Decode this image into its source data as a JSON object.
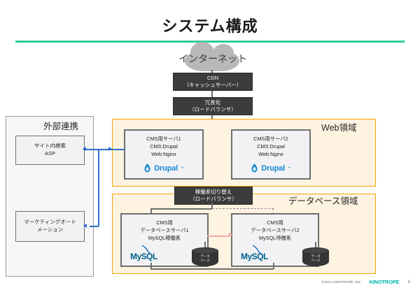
{
  "slide": {
    "title": "システム構成",
    "accent_color": "#2ecc9b",
    "region_border_color": "#f0a500",
    "region_fill_color": "#fdf3e0"
  },
  "internet": {
    "label": "インターネット",
    "icon": "cloud-icon"
  },
  "network": {
    "cdn": {
      "line1": "CDN",
      "line2": "（キャッシュサーバー）"
    },
    "load_balancer": {
      "line1": "冗長化",
      "line2": "（ロードバランサ）"
    },
    "db_switch": {
      "line1": "稼働系切り替え",
      "line2": "（ロードバランサ）"
    }
  },
  "external": {
    "title": "外部連携",
    "items": [
      {
        "line1": "サイト内検索",
        "line2": "ASP"
      },
      {
        "line1": "マーケティングオート",
        "line2": "メーション"
      }
    ]
  },
  "web_region": {
    "title": "Web領域",
    "servers": [
      {
        "line1": "CMS用サーバ1",
        "line2": "CMS:Drupal",
        "line3": "Web:Nginx",
        "logo": "Drupal",
        "tm": "™"
      },
      {
        "line1": "CMS用サーバ2",
        "line2": "CMS:Drupal",
        "line3": "Web:Nginx",
        "logo": "Drupal",
        "tm": "™"
      }
    ]
  },
  "db_region": {
    "title": "データベース領域",
    "servers": [
      {
        "line1": "CMS用",
        "line2": "データベースサーバ1",
        "line3": "MySQL稼働系",
        "logo_my": "My",
        "logo_sql": "SQL",
        "store": {
          "line1": "データ",
          "line2": "ベース"
        }
      },
      {
        "line1": "CMS用",
        "line2": "データベースサーバ2",
        "line3": "MySQL待機系",
        "logo_my": "My",
        "logo_sql": "SQL",
        "store": {
          "line1": "データ",
          "line2": "ベース"
        }
      }
    ],
    "replication_arrow_color": "#f4a9a0"
  },
  "footer": {
    "copyright": "©2021 KINOTROPE, INC",
    "brand": "KINOTROPE",
    "page_number": "1",
    "brand_color": "#00b3b0"
  }
}
